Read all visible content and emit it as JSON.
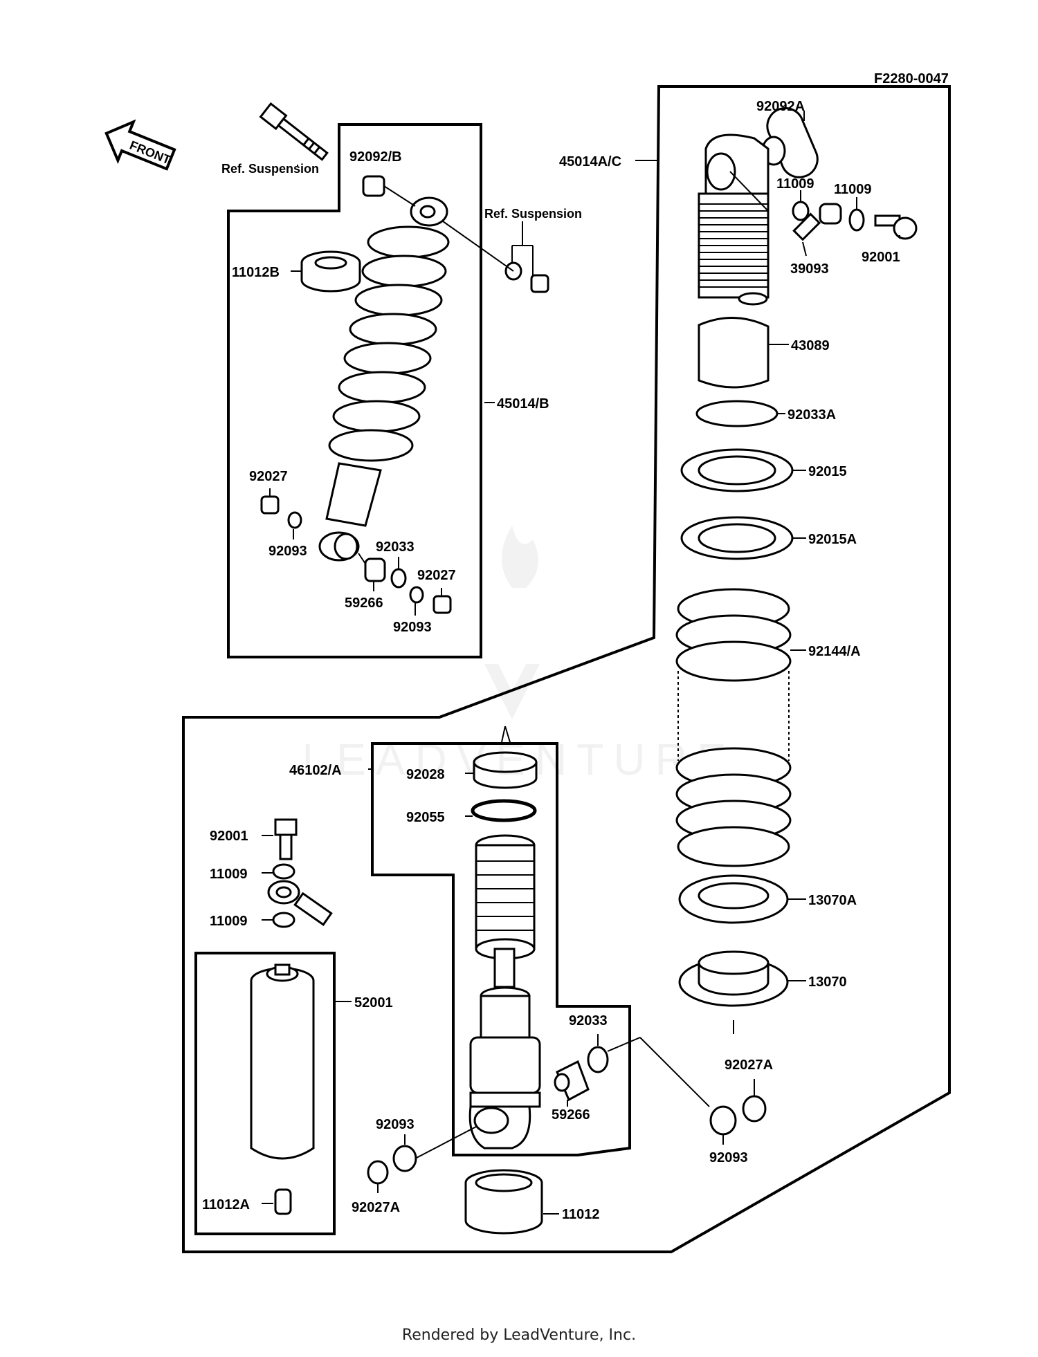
{
  "diagram_code": "F2280-0047",
  "front_arrow": "FRONT",
  "ref_labels": [
    "Ref. Suspension",
    "Ref. Suspension"
  ],
  "labels": [
    "92092/B",
    "11012B",
    "45014/B",
    "92027",
    "92093",
    "92033",
    "92027",
    "59266",
    "92093",
    "45014A/C",
    "92092A",
    "11009",
    "11009",
    "39093",
    "92001",
    "43089",
    "92033A",
    "92015",
    "92015A",
    "92144/A",
    "13070A",
    "13070",
    "92027A",
    "92093",
    "46102/A",
    "92028",
    "92055",
    "92033",
    "59266",
    "92093",
    "92027A",
    "11012",
    "92001",
    "11009",
    "11009",
    "52001",
    "11012A"
  ],
  "watermark": "LEADVENTURE",
  "footer": "Rendered by LeadVenture, Inc."
}
